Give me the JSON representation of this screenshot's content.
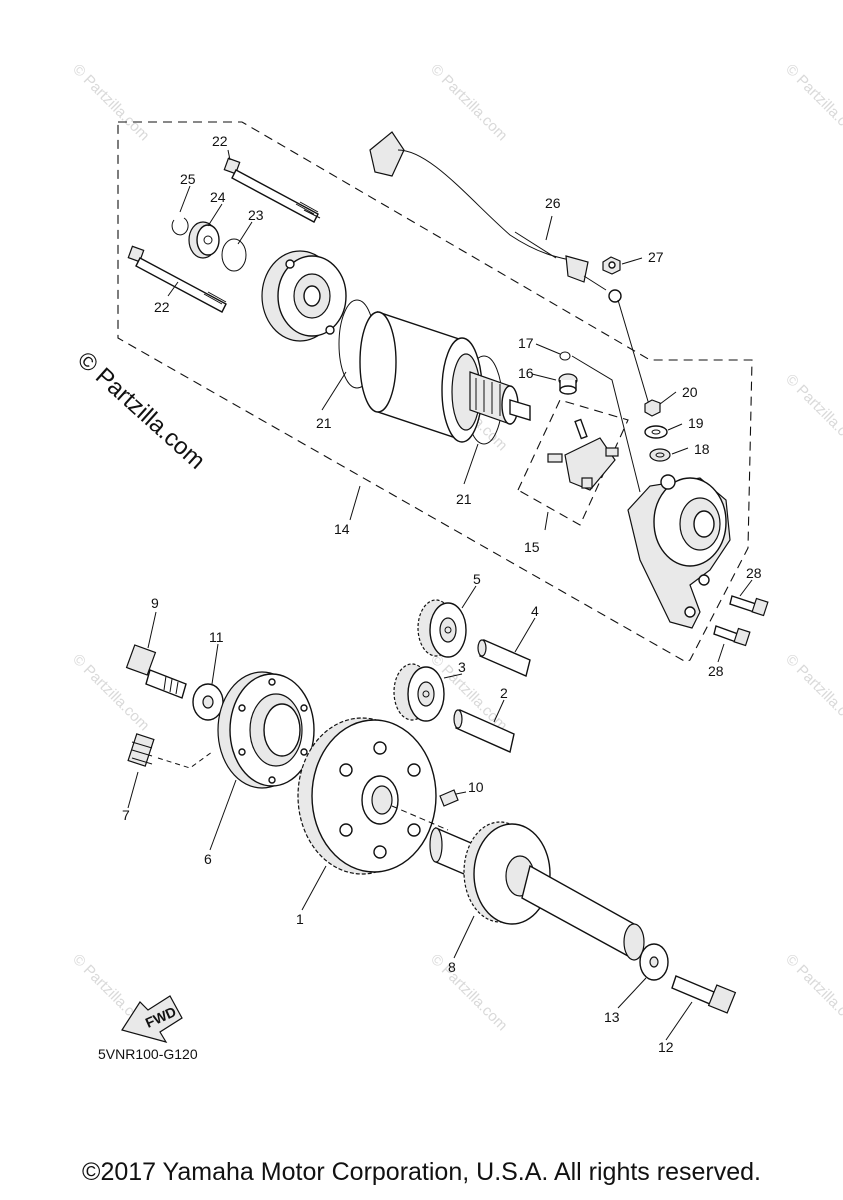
{
  "diagram": {
    "watermark": "© Partzilla.com",
    "brand_watermark": "© Partzilla.com",
    "reference_code": "5VNR100-G120",
    "fwd_label": "FWD",
    "copyright": "©2017 Yamaha Motor Corporation, U.S.A. All rights reserved.",
    "callouts": {
      "c1": "1",
      "c2": "2",
      "c3": "3",
      "c4": "4",
      "c5": "5",
      "c6": "6",
      "c7": "7",
      "c8": "8",
      "c9": "9",
      "c10": "10",
      "c11": "11",
      "c12": "12",
      "c13": "13",
      "c14": "14",
      "c15": "15",
      "c16": "16",
      "c17": "17",
      "c18": "18",
      "c19": "19",
      "c20": "20",
      "c21a": "21",
      "c21b": "21",
      "c22a": "22",
      "c22b": "22",
      "c23": "23",
      "c24": "24",
      "c25": "25",
      "c26": "26",
      "c27": "27",
      "c28a": "28",
      "c28b": "28"
    }
  }
}
